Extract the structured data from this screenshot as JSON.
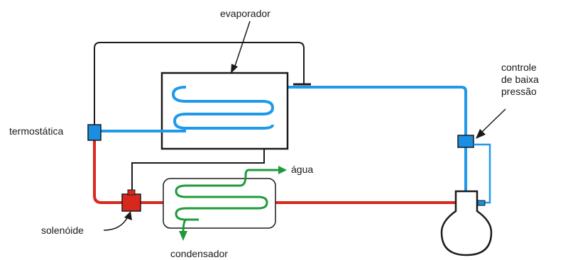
{
  "diagram": {
    "labels": {
      "evaporator": "evaporador",
      "low_pressure_control": [
        "controle",
        "de baixa",
        "pressão"
      ],
      "thermostatic": "termostática",
      "water": "água",
      "solenoid": "solenóide",
      "condenser": "condensador"
    },
    "colors": {
      "suction_line": "#1f9aea",
      "liquid_line": "#d8281c",
      "water_line": "#1f9a3a",
      "control_wire": "#1a1a1a",
      "valve_blue": "#1a8ee0",
      "valve_red": "#d8281c",
      "outline": "#1a1a1a"
    }
  }
}
